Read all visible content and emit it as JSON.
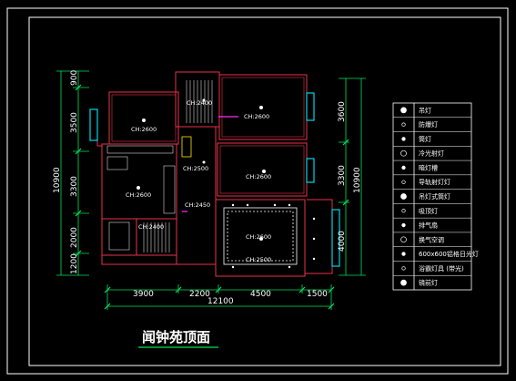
{
  "drawing": {
    "title": "闻钟苑顶面",
    "colors": {
      "border": "#ffffff",
      "wall": "#e8324a",
      "dimension": "#00e25a",
      "cyan": "#00d6e6",
      "magenta": "#ff2dff",
      "yellow": "#ffe600",
      "text": "#ffffff"
    }
  },
  "dimensions": {
    "bottom": [
      "3900",
      "2200",
      "4500",
      "1500"
    ],
    "bottom_total": "12100",
    "left": [
      "900",
      "3500",
      "3300",
      "2000",
      "1200"
    ],
    "left_total": "10900",
    "right": [
      "3600",
      "3300",
      "4000"
    ],
    "right_total": "10900"
  },
  "rooms": [
    "CH:2600",
    "CH:2400",
    "CH:2600",
    "CH:2500",
    "CH:2600",
    "CH:2600",
    "CH:2450",
    "CH:2400",
    "CH:2600",
    "CH:2500"
  ],
  "legend": [
    {
      "icon": "pendant-lamp-icon",
      "label": "吊灯"
    },
    {
      "icon": "ceiling-lamp-icon",
      "label": "防爆灯"
    },
    {
      "icon": "spot-icon",
      "label": "筒灯"
    },
    {
      "icon": "cold-spot-icon",
      "label": "冷光射灯"
    },
    {
      "icon": "hidden-strip-icon",
      "label": "暗灯槽"
    },
    {
      "icon": "track-spot-icon",
      "label": "导轨射灯灯"
    },
    {
      "icon": "wall-lamp-icon",
      "label": "吊灯式筒灯"
    },
    {
      "icon": "ceiling-lamp-icon",
      "label": "吸顶灯"
    },
    {
      "icon": "exhaust-fan-icon",
      "label": "排气扇"
    },
    {
      "icon": "ac-vent-icon",
      "label": "换气空调"
    },
    {
      "icon": "grille-icon",
      "label": "600x600铝格日光灯"
    },
    {
      "icon": "bath-heater-icon",
      "label": "浴霸灯具 (带光)"
    },
    {
      "icon": "mirror-lamp-icon",
      "label": "镜前灯"
    }
  ]
}
